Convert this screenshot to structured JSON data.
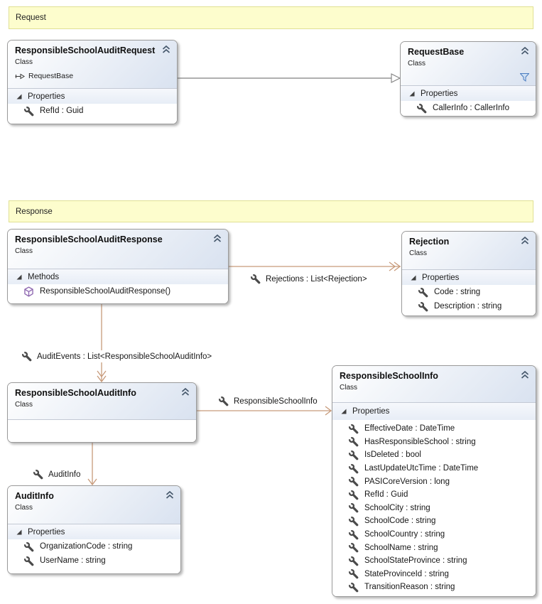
{
  "colors": {
    "canvas-bg": "#ffffff",
    "comment-bg": "#fdfdcd",
    "comment-border": "#e0e094",
    "box-border": "#9a9a9a",
    "header-mid": "#eef2f8",
    "header-end": "#d9e2f0",
    "band-top": "#f6f8fc",
    "band-bottom": "#e7edf6",
    "assoc-line": "#c79a7a",
    "inherit-line": "#808080",
    "method-icon": "#8a63ad",
    "filter-icon": "#4a7cc0"
  },
  "comments": {
    "request": "Request",
    "response": "Response"
  },
  "classes": {
    "audit_request": {
      "title": "ResponsibleSchoolAuditRequest",
      "kind": "Class",
      "base": "RequestBase",
      "section": "Properties",
      "members": [
        "RefId : Guid"
      ]
    },
    "request_base": {
      "title": "RequestBase",
      "kind": "Class",
      "section": "Properties",
      "members": [
        "CallerInfo : CallerInfo"
      ]
    },
    "audit_response": {
      "title": "ResponsibleSchoolAuditResponse",
      "kind": "Class",
      "section": "Methods",
      "members": [
        "ResponsibleSchoolAuditResponse()"
      ]
    },
    "rejection": {
      "title": "Rejection",
      "kind": "Class",
      "section": "Properties",
      "members": [
        "Code : string",
        "Description : string"
      ]
    },
    "responsible_school_audit_info": {
      "title": "ResponsibleSchoolAuditInfo",
      "kind": "Class"
    },
    "responsible_school_info": {
      "title": "ResponsibleSchoolInfo",
      "kind": "Class",
      "section": "Properties",
      "members": [
        "EffectiveDate : DateTime",
        "HasResponsibleSchool : string",
        "IsDeleted : bool",
        "LastUpdateUtcTime : DateTime",
        "PASICoreVersion : long",
        "RefId : Guid",
        "SchoolCity : string",
        "SchoolCode : string",
        "SchoolCountry : string",
        "SchoolName : string",
        "SchoolStateProvince : string",
        "StateProvinceId : string",
        "TransitionReason : string"
      ]
    },
    "audit_info": {
      "title": "AuditInfo",
      "kind": "Class",
      "section": "Properties",
      "members": [
        "OrganizationCode : string",
        "UserName : string"
      ]
    }
  },
  "connectors": {
    "rejections_label": "Rejections : List<Rejection>",
    "audit_events_label": "AuditEvents : List<ResponsibleSchoolAuditInfo>",
    "responsible_school_info_label": "ResponsibleSchoolInfo",
    "audit_info_label": "AuditInfo"
  }
}
